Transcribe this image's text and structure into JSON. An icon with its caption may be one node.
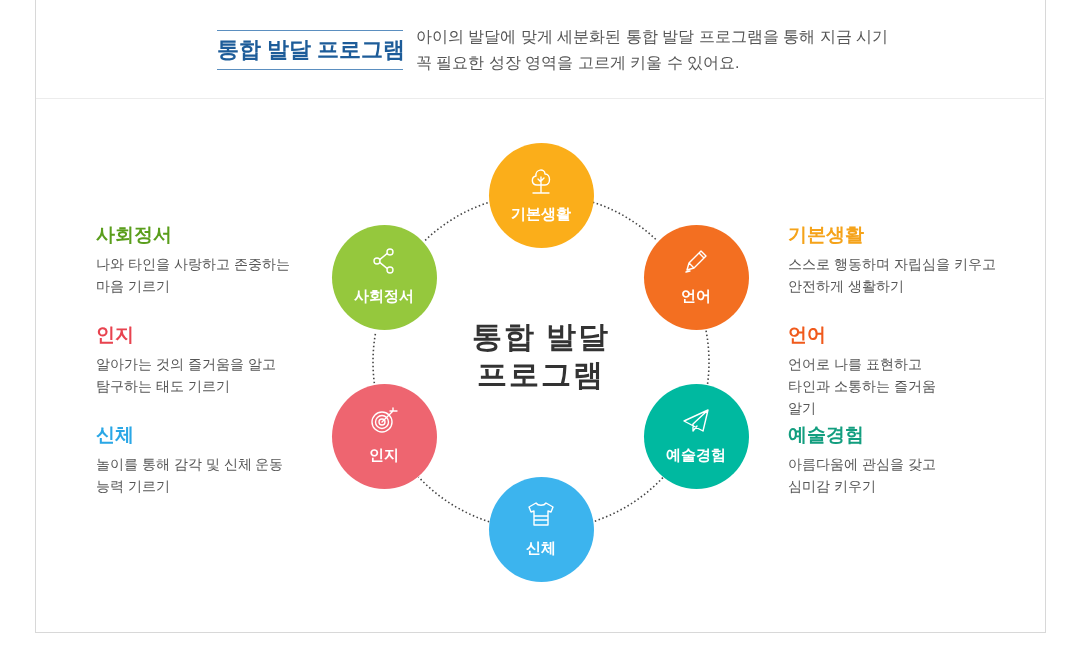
{
  "diagram": {
    "title": "통합 발달 프로그램",
    "nodes": [
      {
        "text": [
          "기본생활"
        ]
      },
      {
        "text": [
          "사회정서"
        ]
      },
      {
        "text": [
          "언어"
        ]
      },
      {
        "text": [
          "인지"
        ]
      },
      {
        "text": [
          "예술경험"
        ]
      },
      {
        "text": [
          "신체"
        ]
      }
    ],
    "edges": [
      {
        "from": 0,
        "to": 2,
        "arrow": "none",
        "style": "dashed"
      },
      {
        "from": 2,
        "to": 4,
        "arrow": "none",
        "style": "dashed"
      },
      {
        "from": 4,
        "to": 5,
        "arrow": "none",
        "style": "dashed"
      },
      {
        "from": 5,
        "to": 3,
        "arrow": "none",
        "style": "dashed"
      },
      {
        "from": 3,
        "to": 1,
        "arrow": "none",
        "style": "dashed"
      },
      {
        "from": 1,
        "to": 0,
        "arrow": "none",
        "style": "dashed"
      }
    ],
    "labels": [
      "아이의 발달에 맞게 세분화된 통합 발달 프로그램을 통해 지금 시기 꼭 필요한 성장 영역을 고르게 키울 수 있어요.",
      "통합 발달 프로그램",
      "사회정서",
      "나와 타인을 사랑하고 존중하는 마음 기르기",
      "기본생활",
      "스스로 행동하며 자립심을 키우고 안전하게 생활하기",
      "인지",
      "알아가는 것의 즐거움을 알고 탐구하는 태도 기르기",
      "언어",
      "언어로 나를 표현하고 타인과 소통하는 즐거움 알기",
      "신체",
      "놀이를 통해 감각 및 신체 운동 능력 기르기",
      "예술경험",
      "아름다움에 관심을 갖고 심미감 키우기"
    ]
  }
}
